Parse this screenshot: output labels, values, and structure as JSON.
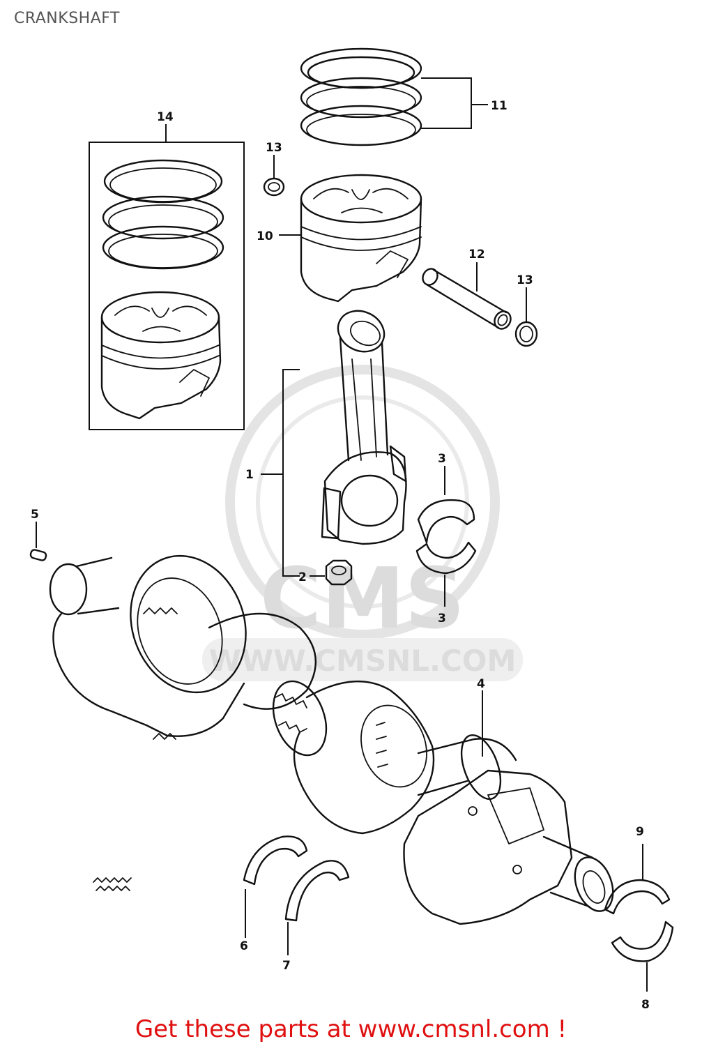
{
  "title": "CRANKSHAFT",
  "watermark": {
    "brand": "CMS",
    "url": "WWW.CMSNL.COM"
  },
  "callouts": {
    "c1": "1",
    "c2": "2",
    "c3a": "3",
    "c3b": "3",
    "c4": "4",
    "c5": "5",
    "c6": "6",
    "c7": "7",
    "c8": "8",
    "c9": "9",
    "c10": "10",
    "c11": "11",
    "c12": "12",
    "c13a": "13",
    "c13b": "13",
    "c14": "14"
  },
  "footer": "Get these parts at www.cmsnl.com !",
  "colors": {
    "footer": "#e01010",
    "line": "#111111",
    "watermark": "#d9d9d9"
  }
}
